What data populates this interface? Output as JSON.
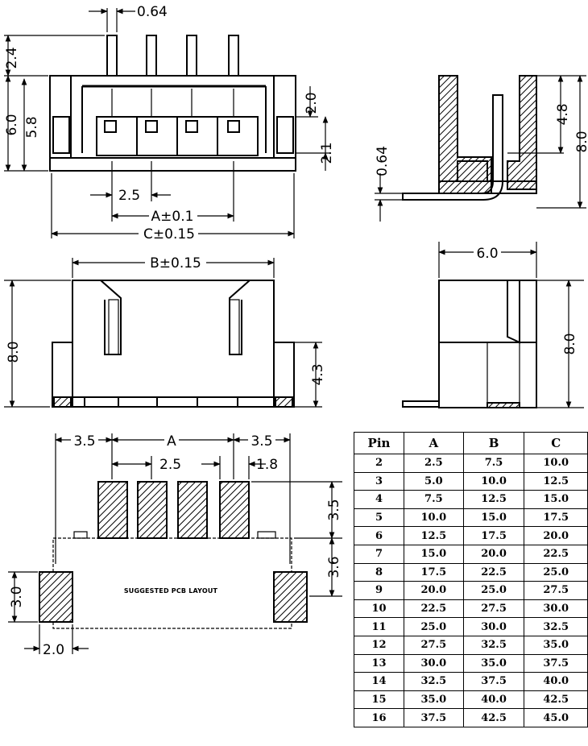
{
  "front_view": {
    "dim_pin_width": "0.64",
    "dim_pin_height": "2.4",
    "dim_height_6": "6.0",
    "dim_height_58": "5.8",
    "dim_right_20": "2.0",
    "dim_right_21": "2.1",
    "dim_pitch": "2.5",
    "dim_a": "A±0.1",
    "dim_c": "C±0.15"
  },
  "side_view_top": {
    "dim_48": "4.8",
    "dim_80": "8.0",
    "dim_064": "0.64"
  },
  "top_view": {
    "dim_b": "B±0.15",
    "dim_80": "8.0",
    "dim_43": "4.3"
  },
  "side_view_bottom": {
    "dim_60": "6.0",
    "dim_80": "8.0"
  },
  "pcb_layout": {
    "dim_35_left": "3.5",
    "dim_a": "A",
    "dim_35_right": "3.5",
    "dim_pitch": "2.5",
    "dim_18": "1.8",
    "dim_35_right_v": "3.5",
    "dim_36": "3.6",
    "dim_30": "3.0",
    "dim_20": "2.0",
    "label": "SUGGESTED PCB LAYOUT"
  },
  "table": {
    "headers": [
      "Pin",
      "A",
      "B",
      "C"
    ],
    "rows": [
      [
        "2",
        "2.5",
        "7.5",
        "10.0"
      ],
      [
        "3",
        "5.0",
        "10.0",
        "12.5"
      ],
      [
        "4",
        "7.5",
        "12.5",
        "15.0"
      ],
      [
        "5",
        "10.0",
        "15.0",
        "17.5"
      ],
      [
        "6",
        "12.5",
        "17.5",
        "20.0"
      ],
      [
        "7",
        "15.0",
        "20.0",
        "22.5"
      ],
      [
        "8",
        "17.5",
        "22.5",
        "25.0"
      ],
      [
        "9",
        "20.0",
        "25.0",
        "27.5"
      ],
      [
        "10",
        "22.5",
        "27.5",
        "30.0"
      ],
      [
        "11",
        "25.0",
        "30.0",
        "32.5"
      ],
      [
        "12",
        "27.5",
        "32.5",
        "35.0"
      ],
      [
        "13",
        "30.0",
        "35.0",
        "37.5"
      ],
      [
        "14",
        "32.5",
        "37.5",
        "40.0"
      ],
      [
        "15",
        "35.0",
        "40.0",
        "42.5"
      ],
      [
        "16",
        "37.5",
        "42.5",
        "45.0"
      ]
    ]
  }
}
